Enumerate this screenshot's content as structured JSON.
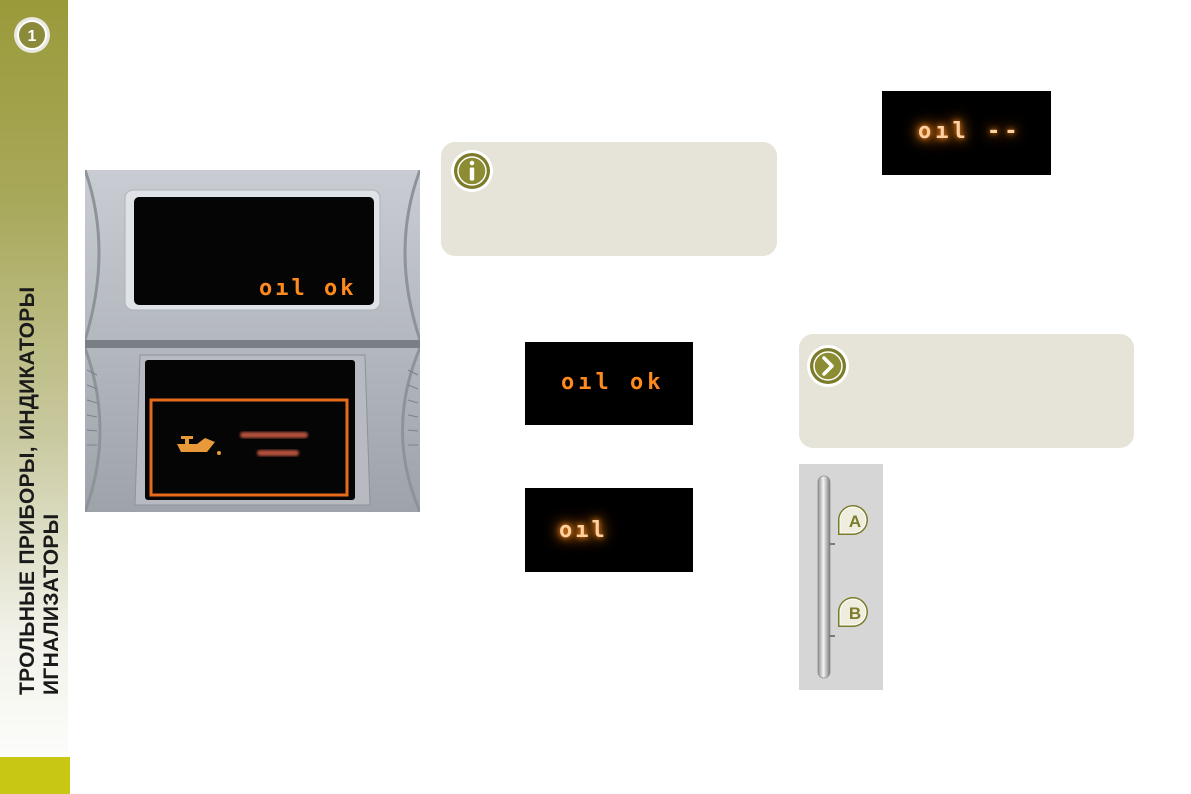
{
  "sidebar": {
    "chapter_number": "1",
    "title_line1": "ТРОЛЬНЫЕ ПРИБОРЫ, ИНДИКАТОРЫ",
    "title_line2": "ИГНАЛИЗАТОРЫ",
    "accent_color": "#c8c814"
  },
  "displays": {
    "upper_lcd_text": "oıl ok",
    "center_lcd_ok_text": "oıl ok",
    "center_lcd_low_text": "oıl",
    "top_right_lcd_text": "oıl --"
  },
  "icons": {
    "info": "info-icon",
    "chevron": "chevron-right-icon",
    "oil_can": "oil-can-icon"
  },
  "dipstick": {
    "mark_a": "A",
    "mark_b": "B"
  },
  "colors": {
    "lcd_segment": "#ff8a1e",
    "note_background": "#e6e4d8",
    "icon_green": "#7b7b2a"
  }
}
